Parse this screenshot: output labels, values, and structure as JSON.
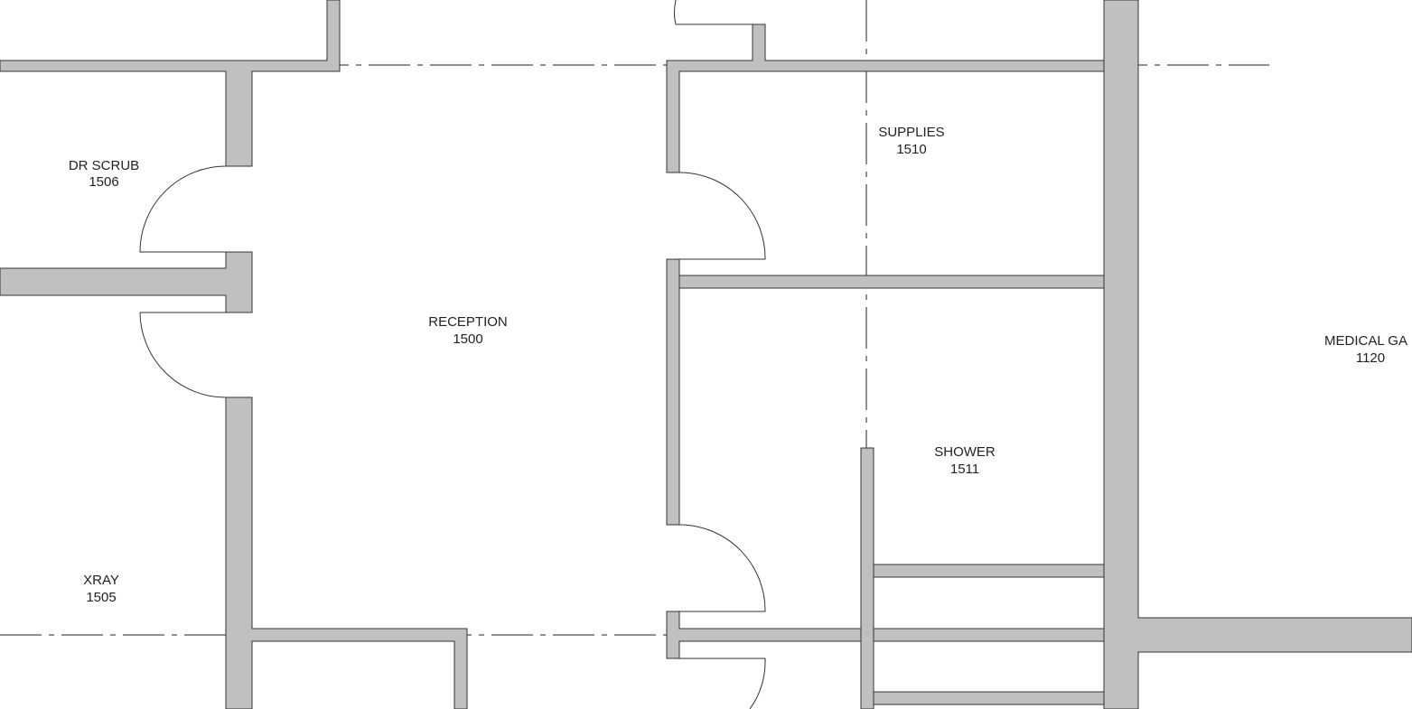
{
  "colors": {
    "wall_fill": "#c0c0c0",
    "line": "#333333",
    "background": "#ffffff"
  },
  "rooms": [
    {
      "name": "DR SCRUB",
      "number": "1506"
    },
    {
      "name": "RECEPTION",
      "number": "1500"
    },
    {
      "name": "XRAY",
      "number": "1505"
    },
    {
      "name": "SUPPLIES",
      "number": "1510"
    },
    {
      "name": "SHOWER",
      "number": "1511"
    },
    {
      "name": "MEDICAL GA",
      "number": "1120"
    }
  ]
}
